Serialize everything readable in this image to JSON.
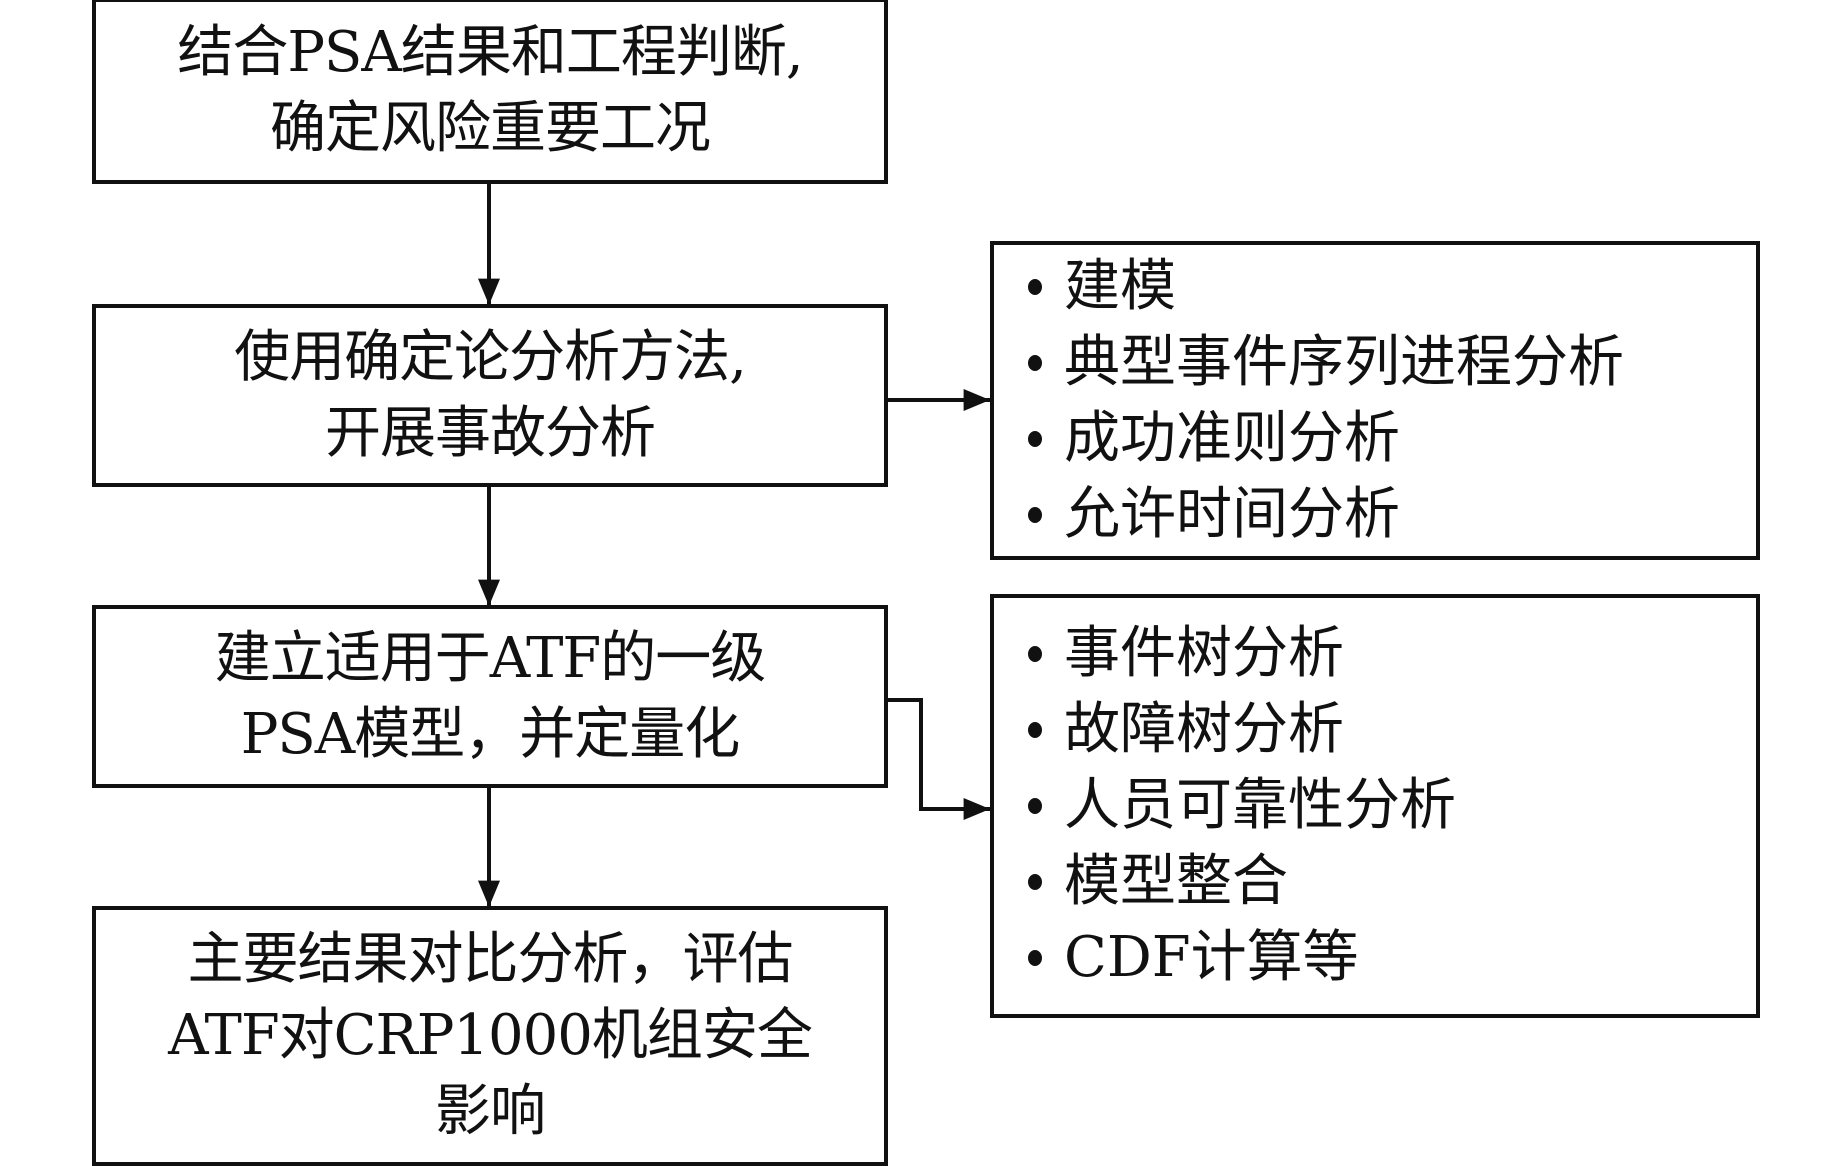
{
  "diagram": {
    "type": "flowchart",
    "main_steps": [
      {
        "id": "step1",
        "lines": [
          "结合PSA结果和工程判断,",
          "确定风险重要工况"
        ]
      },
      {
        "id": "step2",
        "lines": [
          "使用确定论分析方法,",
          "开展事故分析"
        ]
      },
      {
        "id": "step3",
        "lines": [
          "建立适用于ATF的一级",
          "PSA模型，并定量化"
        ]
      },
      {
        "id": "step4",
        "lines": [
          "主要结果对比分析，评估",
          "ATF对CRP1000机组安全",
          "影响"
        ]
      }
    ],
    "detail_boxes": [
      {
        "id": "details-step2",
        "from": "step2",
        "items": [
          "建模",
          "典型事件序列进程分析",
          "成功准则分析",
          "允许时间分析"
        ]
      },
      {
        "id": "details-step3",
        "from": "step3",
        "items": [
          "事件树分析",
          "故障树分析",
          "人员可靠性分析",
          "模型整合",
          "CDF计算等"
        ]
      }
    ],
    "edges": [
      {
        "from": "step1",
        "to": "step2",
        "style": "arrow"
      },
      {
        "from": "step2",
        "to": "step3",
        "style": "arrow"
      },
      {
        "from": "step3",
        "to": "step4",
        "style": "arrow"
      },
      {
        "from": "step2",
        "to": "details-step2",
        "style": "arrow"
      },
      {
        "from": "step3",
        "to": "details-step3",
        "style": "elbow-arrow"
      }
    ],
    "colors": {
      "stroke": "#111111",
      "background": "#ffffff"
    }
  }
}
